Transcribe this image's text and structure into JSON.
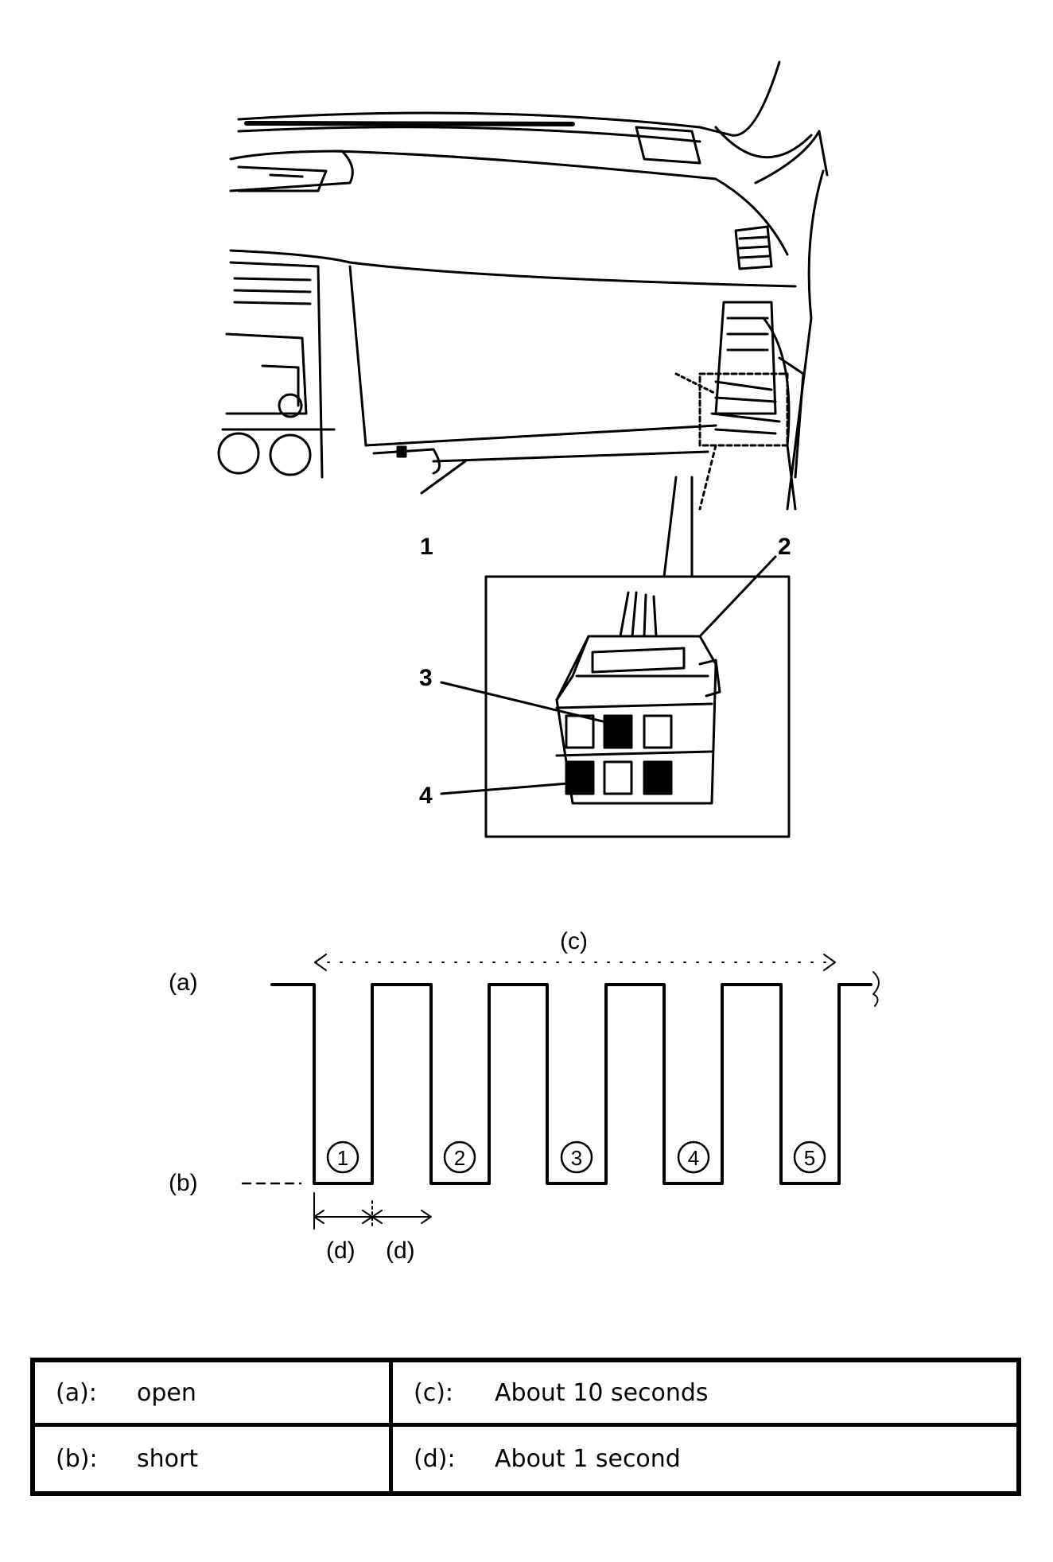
{
  "callouts": {
    "n1": "1",
    "n2": "2",
    "n3": "3",
    "n4": "4"
  },
  "waveform": {
    "label_a": "(a)",
    "label_b": "(b)",
    "label_c": "(c)",
    "label_d1": "(d)",
    "label_d2": "(d)",
    "pulses": [
      "1",
      "2",
      "3",
      "4",
      "5"
    ]
  },
  "legend": {
    "a_key": "(a):",
    "a_val": "open",
    "b_key": "(b):",
    "b_val": "short",
    "c_key": "(c):",
    "c_val": "About 10 seconds",
    "d_key": "(d):",
    "d_val": "About 1 second"
  }
}
